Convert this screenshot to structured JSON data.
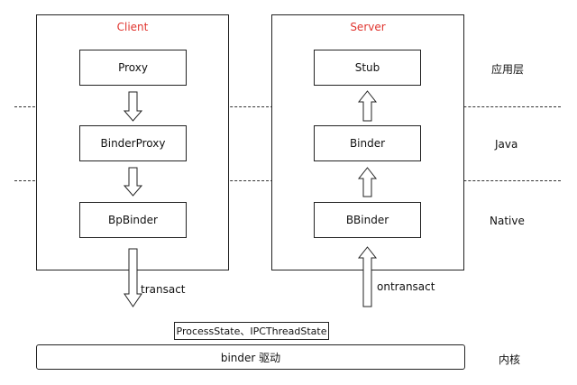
{
  "client": {
    "title": "Client",
    "boxes": [
      "Proxy",
      "BinderProxy",
      "BpBinder"
    ],
    "arrow_label": "transact"
  },
  "server": {
    "title": "Server",
    "boxes": [
      "Stub",
      "Binder",
      "BBinder"
    ],
    "arrow_label": "ontransact"
  },
  "layers": [
    "应用层",
    "Java",
    "Native",
    "内核"
  ],
  "state_box": "ProcessState、IPCThreadState",
  "driver_box": "binder 驱动",
  "colors": {
    "panel_title": "#e0352f",
    "line": "#222222"
  }
}
